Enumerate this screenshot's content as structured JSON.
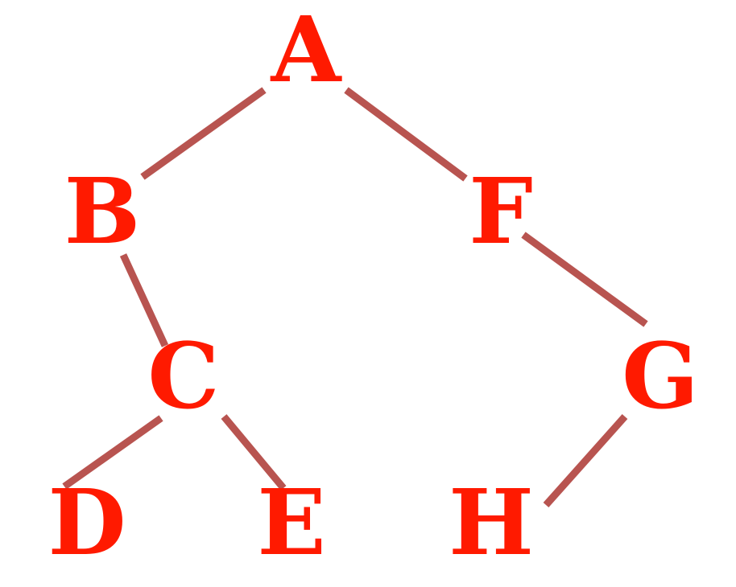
{
  "tree": {
    "nodes": {
      "A": "A",
      "B": "B",
      "F": "F",
      "C": "C",
      "G": "G",
      "D": "D",
      "E": "E",
      "H": "H"
    },
    "edges": [
      [
        "A",
        "B"
      ],
      [
        "A",
        "F"
      ],
      [
        "B",
        "C"
      ],
      [
        "F",
        "G"
      ],
      [
        "C",
        "D"
      ],
      [
        "C",
        "E"
      ],
      [
        "G",
        "H"
      ]
    ]
  },
  "colors": {
    "node_text": "#ff1a00",
    "edge": "#b85450",
    "background": "#ffffff"
  }
}
